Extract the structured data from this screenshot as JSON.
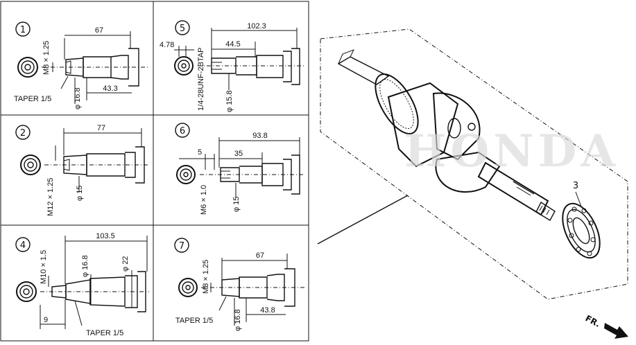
{
  "panels": [
    {
      "id": "1",
      "labels": [
        "M8 × 1.25",
        "67",
        "TAPER 1/5",
        "φ 16.8",
        "43.3"
      ]
    },
    {
      "id": "2",
      "labels": [
        "77",
        "M12 × 1.25",
        "φ 15"
      ]
    },
    {
      "id": "4",
      "labels": [
        "M10 × 1.5",
        "103.5",
        "φ 16.8",
        "φ 22",
        "9",
        "TAPER 1/5"
      ]
    },
    {
      "id": "5",
      "labels": [
        "1/4-28UNF-2BTAP",
        "102.3",
        "4.78",
        "44.5",
        "φ 15.8"
      ]
    },
    {
      "id": "6",
      "labels": [
        "93.8",
        "5",
        "35",
        "M6 × 1.0",
        "φ 15"
      ]
    },
    {
      "id": "7",
      "labels": [
        "M8 × 1.25",
        "67",
        "TAPER 1/5",
        "φ 16.8",
        "43.8"
      ]
    }
  ],
  "exploded": {
    "part_number": "3",
    "watermark": "HONDA",
    "direction": "FR."
  }
}
